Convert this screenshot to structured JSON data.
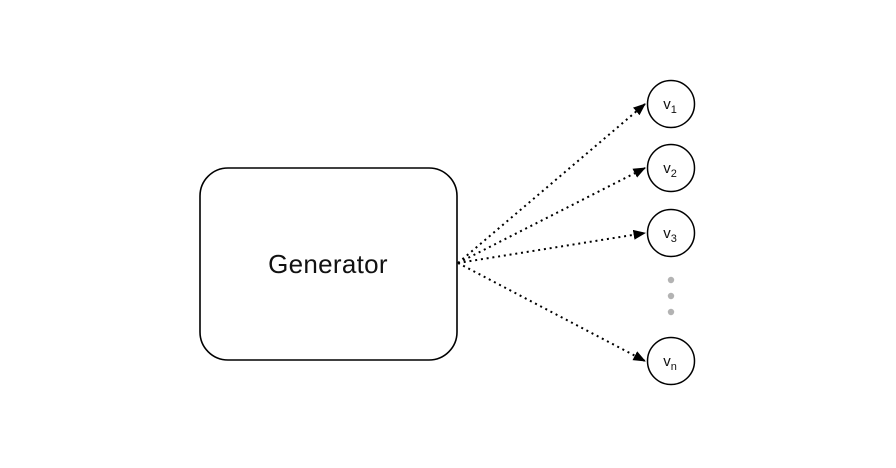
{
  "generator": {
    "label": "Generator"
  },
  "nodes": [
    {
      "base": "v",
      "sub": "1"
    },
    {
      "base": "v",
      "sub": "2"
    },
    {
      "base": "v",
      "sub": "3"
    },
    {
      "base": "v",
      "sub": "n"
    }
  ],
  "ellipsis": {
    "dot_count": 3
  },
  "colors": {
    "background": "#ffffff",
    "line": "#000000",
    "node_fill": "#ffffff",
    "ellipsis_dot": "#b3b3b3"
  }
}
